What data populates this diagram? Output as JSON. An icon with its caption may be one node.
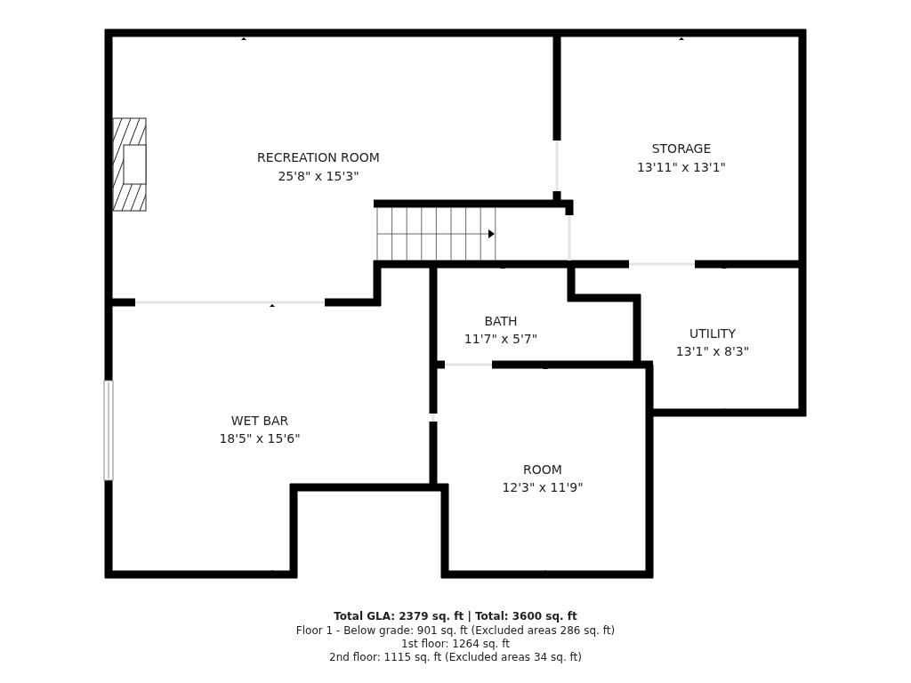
{
  "diagram": {
    "labels": [
      "RECREATION ROOM",
      "25'8\" x 15'3\"",
      "STORAGE",
      "13'11\" x 13'1\"",
      "BATH",
      "11'7\" x 5'7\"",
      "UTILITY",
      "13'1\" x 8'3\"",
      "WET BAR",
      "18'5\" x 15'6\"",
      "ROOM",
      "12'3\" x 11'9\"",
      "Total GLA: 2379 sq. ft | Total: 3600 sq. ft",
      "Floor 1 - Below grade: 901 sq. ft (Excluded areas 286 sq. ft)",
      "1st floor: 1264 sq. ft",
      "2nd floor: 1115 sq. ft (Excluded areas 34 sq. ft)"
    ]
  }
}
